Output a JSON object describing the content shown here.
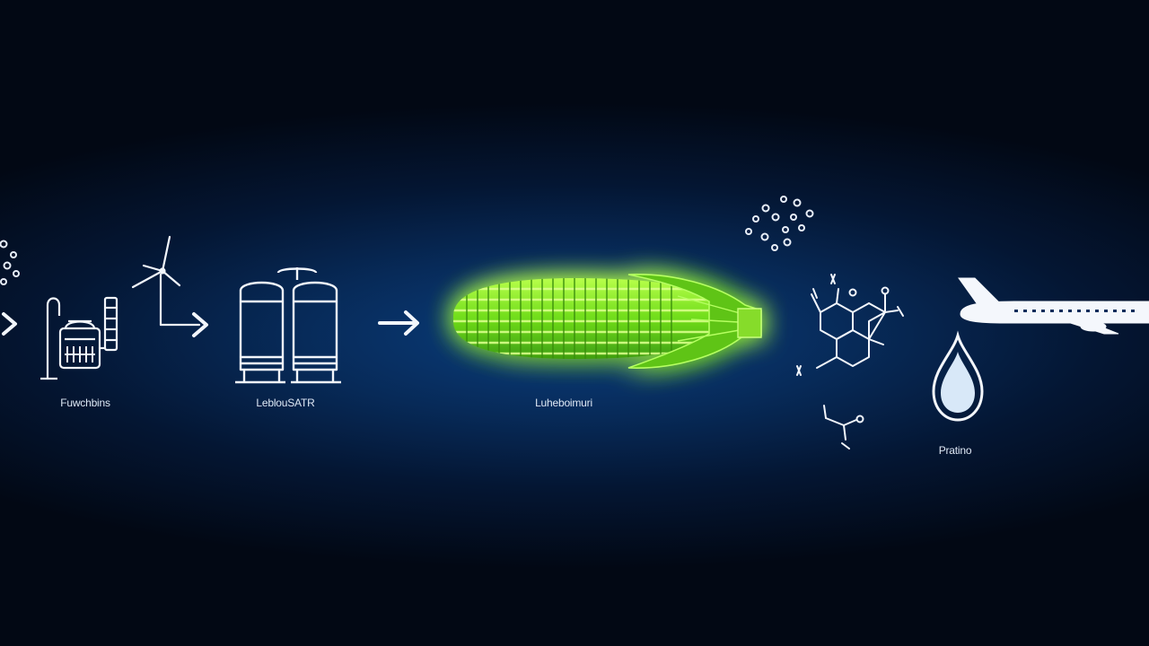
{
  "labels": {
    "stage1": "Fuwchbins",
    "stage2": "LeblouSATR",
    "stage3": "Luheboimuri",
    "stage5": "Pratino"
  },
  "colors": {
    "line": "#f2f6fc",
    "glow": "#7cff2a",
    "corn_fill": "#6fdc1a",
    "background": "#072a58"
  },
  "icons": [
    "bubbles-icon",
    "arrow-right-icon",
    "fermentation-tank-icon",
    "wind-turbine-icon",
    "storage-tanks-icon",
    "corn-icon",
    "molecule-icon",
    "airplane-icon",
    "fuel-drop-icon"
  ]
}
